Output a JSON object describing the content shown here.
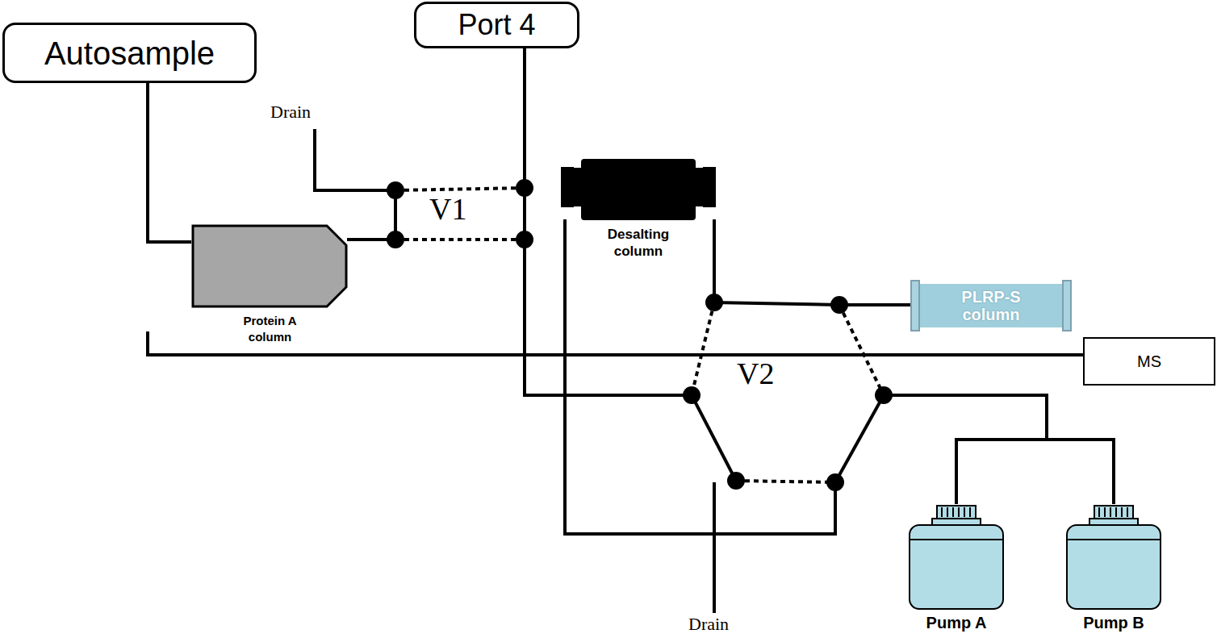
{
  "diagram": {
    "nodes": [
      {
        "text": [
          "Autosample"
        ]
      },
      {
        "text": [
          "Port 4"
        ]
      },
      {
        "text": [
          "Desalting column"
        ]
      },
      {
        "text": [
          "PLRP-S column"
        ]
      },
      {
        "text": [
          "Protein A column"
        ]
      },
      {
        "text": [
          "MS"
        ]
      },
      {
        "text": [
          "Pump A"
        ]
      },
      {
        "text": [
          "Pump B"
        ]
      }
    ],
    "edges": [
      {
        "from": 0,
        "to": 4,
        "arrow": "none"
      },
      {
        "from": 3,
        "to": 5,
        "arrow": "none"
      }
    ],
    "labels": [
      "Drain",
      "V1",
      "V2",
      "Drain"
    ]
  }
}
